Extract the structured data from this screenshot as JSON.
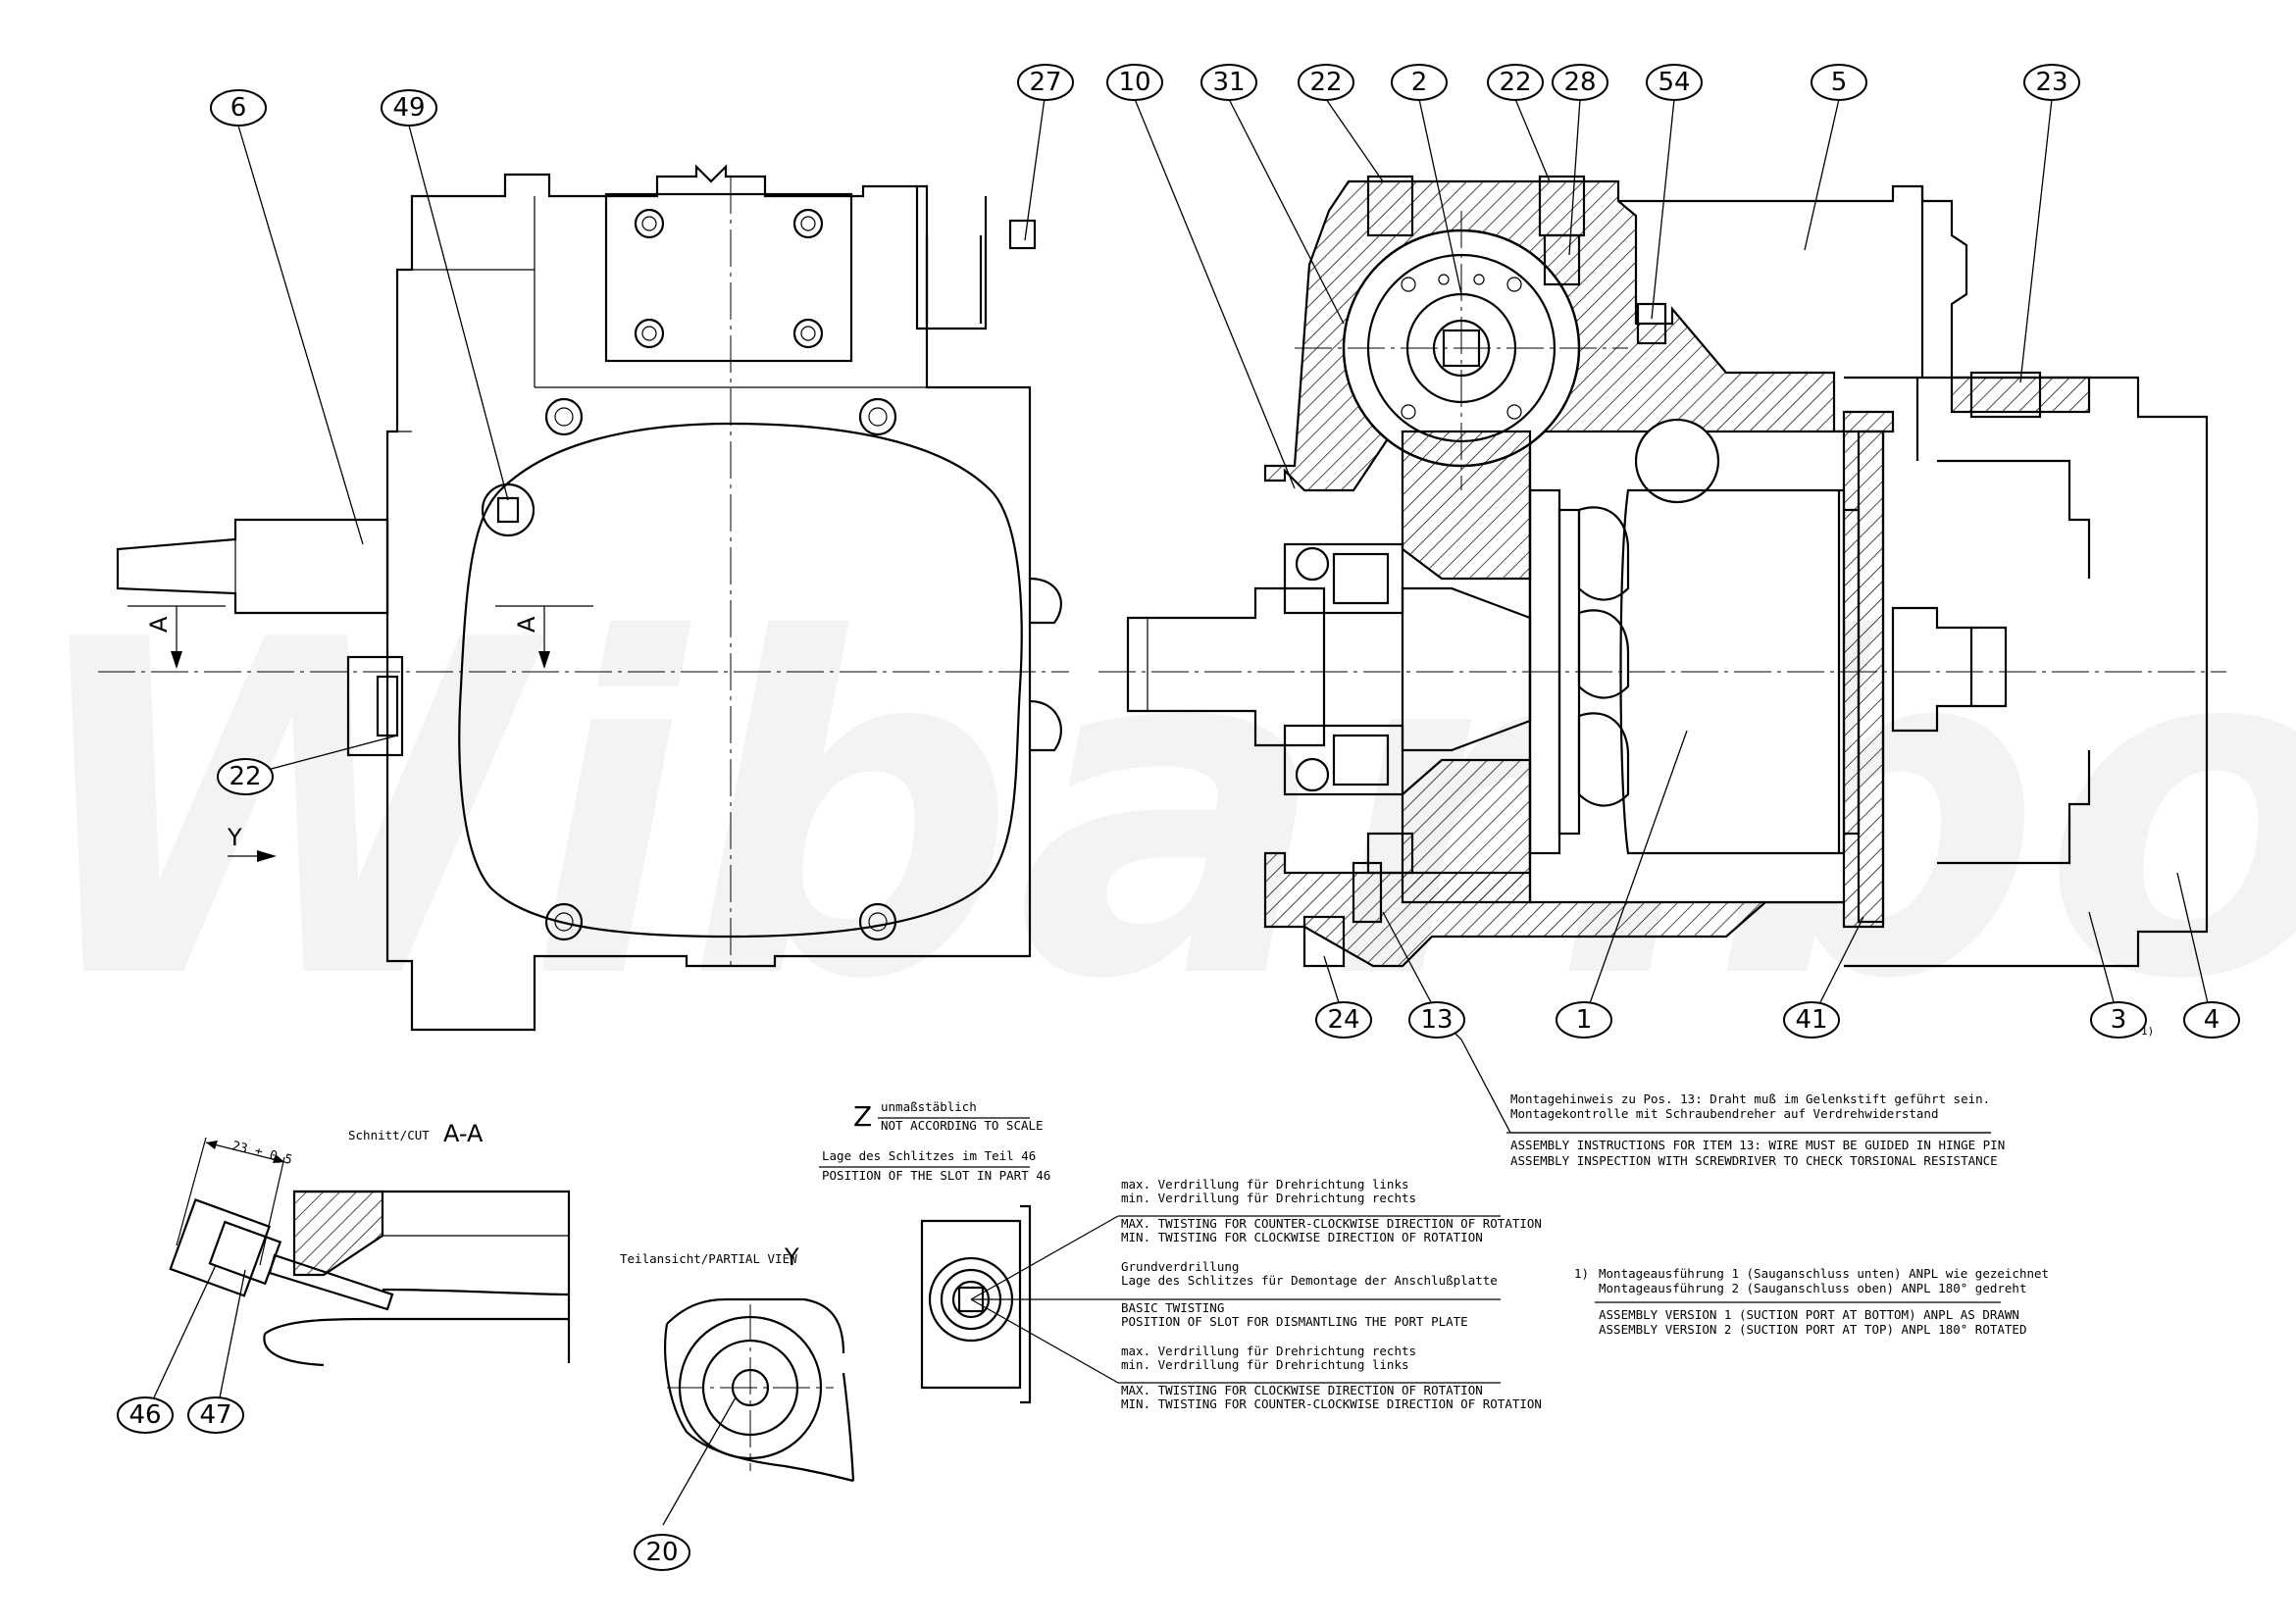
{
  "watermark": "Wibaribo",
  "balloons": [
    {
      "id": "6",
      "label": "6"
    },
    {
      "id": "49",
      "label": "49"
    },
    {
      "id": "27",
      "label": "27"
    },
    {
      "id": "10",
      "label": "10"
    },
    {
      "id": "31",
      "label": "31"
    },
    {
      "id": "22a",
      "label": "22"
    },
    {
      "id": "2",
      "label": "2"
    },
    {
      "id": "22b",
      "label": "22"
    },
    {
      "id": "28",
      "label": "28"
    },
    {
      "id": "54",
      "label": "54"
    },
    {
      "id": "5",
      "label": "5"
    },
    {
      "id": "23",
      "label": "23"
    },
    {
      "id": "22c",
      "label": "22"
    },
    {
      "id": "24",
      "label": "24"
    },
    {
      "id": "13",
      "label": "13"
    },
    {
      "id": "1",
      "label": "1"
    },
    {
      "id": "41",
      "label": "41"
    },
    {
      "id": "3",
      "label": "3"
    },
    {
      "id": "4",
      "label": "4"
    },
    {
      "id": "46",
      "label": "46"
    },
    {
      "id": "47",
      "label": "47"
    },
    {
      "id": "20",
      "label": "20"
    }
  ],
  "markers": {
    "section_a": "A",
    "view_y": "Y",
    "footnote_ref": "1)"
  },
  "section_aa": {
    "title_small": "Schnitt/CUT",
    "title_big": "A-A",
    "dimension": "23 ± 0,5"
  },
  "partial_view_y": {
    "title_small": "Teilansicht/PARTIAL VIEW",
    "title_big": "Y"
  },
  "detail_z": {
    "letter": "Z",
    "scale_de": "unmaßstäblich",
    "scale_en": "NOT ACCORDING TO SCALE",
    "slot_de": "Lage des Schlitzes im Teil 46",
    "slot_en": "POSITION OF THE SLOT IN PART 46",
    "twist1": [
      "max. Verdrillung für Drehrichtung links",
      "min. Verdrillung für Drehrichtung rechts",
      "MAX. TWISTING FOR COUNTER-CLOCKWISE DIRECTION OF ROTATION",
      "MIN. TWISTING FOR CLOCKWISE DIRECTION OF ROTATION"
    ],
    "twist2": [
      "Grundverdrillung",
      "Lage des Schlitzes für Demontage der Anschlußplatte",
      "BASIC TWISTING",
      "POSITION OF SLOT FOR DISMANTLING THE PORT PLATE"
    ],
    "twist3": [
      "max. Verdrillung für Drehrichtung rechts",
      "min. Verdrillung für Drehrichtung links",
      "MAX. TWISTING FOR CLOCKWISE DIRECTION OF ROTATION",
      "MIN. TWISTING FOR COUNTER-CLOCKWISE DIRECTION OF ROTATION"
    ]
  },
  "assembly_note": [
    "Montagehinweis zu Pos. 13: Draht muß im Gelenkstift geführt sein.",
    "Montagekontrolle mit Schraubendreher auf Verdrehwiderstand",
    "ASSEMBLY INSTRUCTIONS FOR ITEM 13: WIRE MUST BE GUIDED IN HINGE PIN",
    "ASSEMBLY INSPECTION WITH SCREWDRIVER TO CHECK TORSIONAL RESISTANCE"
  ],
  "footnote": {
    "marker": "1)",
    "lines": [
      "Montageausführung 1 (Sauganschluss unten) ANPL wie gezeichnet",
      "Montageausführung 2 (Sauganschluss oben) ANPL 180° gedreht",
      "ASSEMBLY VERSION 1 (SUCTION PORT AT BOTTOM) ANPL AS DRAWN",
      "ASSEMBLY VERSION 2 (SUCTION PORT AT TOP) ANPL 180° ROTATED"
    ]
  }
}
